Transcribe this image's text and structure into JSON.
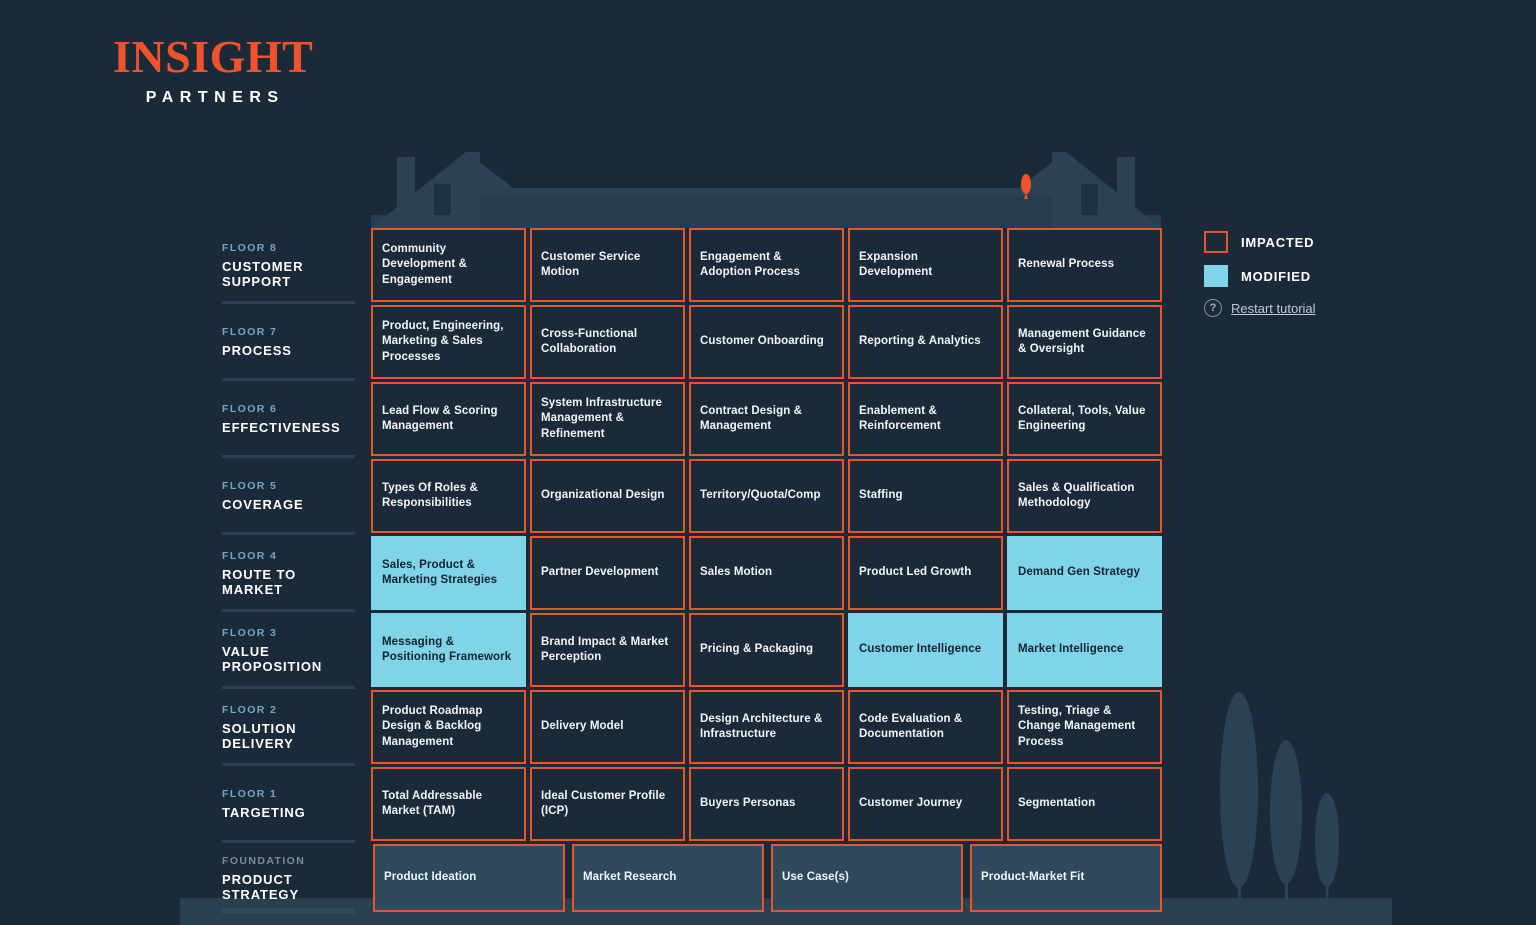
{
  "colors": {
    "background": "#1b2a39",
    "impacted_border": "#e8542b",
    "modified_fill": "#7fd4e8",
    "foundation_fill": "#2e4a5c",
    "floor_num": "#6fa8c4",
    "brand_orange": "#f0532c"
  },
  "logo": {
    "word": "INSIGHT",
    "sub": "PARTNERS"
  },
  "legend": {
    "impacted_label": "IMPACTED",
    "modified_label": "MODIFIED",
    "restart_label": "Restart tutorial",
    "help_icon": "question-icon"
  },
  "floors": [
    {
      "num": "FLOOR 8",
      "name": "CUSTOMER SUPPORT",
      "cards": [
        {
          "label": "Community Development & Engagement",
          "state": "impacted"
        },
        {
          "label": "Customer Service Motion",
          "state": "impacted"
        },
        {
          "label": "Engagement & Adoption Process",
          "state": "impacted"
        },
        {
          "label": "Expansion Development",
          "state": "impacted"
        },
        {
          "label": "Renewal Process",
          "state": "impacted"
        }
      ]
    },
    {
      "num": "FLOOR 7",
      "name": "PROCESS",
      "cards": [
        {
          "label": "Product, Engineering, Marketing & Sales Processes",
          "state": "impacted"
        },
        {
          "label": "Cross-Functional Collaboration",
          "state": "impacted"
        },
        {
          "label": "Customer Onboarding",
          "state": "impacted"
        },
        {
          "label": "Reporting & Analytics",
          "state": "impacted"
        },
        {
          "label": "Management Guidance & Oversight",
          "state": "impacted"
        }
      ]
    },
    {
      "num": "FLOOR 6",
      "name": "EFFECTIVENESS",
      "cards": [
        {
          "label": "Lead Flow & Scoring Management",
          "state": "impacted"
        },
        {
          "label": "System Infrastructure Management & Refinement",
          "state": "impacted"
        },
        {
          "label": "Contract Design & Management",
          "state": "impacted"
        },
        {
          "label": "Enablement & Reinforcement",
          "state": "impacted"
        },
        {
          "label": "Collateral, Tools, Value Engineering",
          "state": "impacted"
        }
      ]
    },
    {
      "num": "FLOOR 5",
      "name": "COVERAGE",
      "cards": [
        {
          "label": "Types Of Roles & Responsibilities",
          "state": "impacted"
        },
        {
          "label": "Organizational Design",
          "state": "impacted"
        },
        {
          "label": "Territory/Quota/Comp",
          "state": "impacted"
        },
        {
          "label": "Staffing",
          "state": "impacted"
        },
        {
          "label": "Sales & Qualification Methodology",
          "state": "impacted"
        }
      ]
    },
    {
      "num": "FLOOR 4",
      "name": "ROUTE TO MARKET",
      "cards": [
        {
          "label": "Sales, Product & Marketing Strategies",
          "state": "modified"
        },
        {
          "label": "Partner Development",
          "state": "impacted"
        },
        {
          "label": "Sales Motion",
          "state": "impacted"
        },
        {
          "label": "Product Led Growth",
          "state": "impacted"
        },
        {
          "label": "Demand Gen Strategy",
          "state": "modified"
        }
      ]
    },
    {
      "num": "FLOOR 3",
      "name": "VALUE PROPOSITION",
      "cards": [
        {
          "label": "Messaging & Positioning Framework",
          "state": "modified"
        },
        {
          "label": "Brand Impact & Market Perception",
          "state": "impacted"
        },
        {
          "label": "Pricing & Packaging",
          "state": "impacted"
        },
        {
          "label": "Customer Intelligence",
          "state": "modified"
        },
        {
          "label": "Market Intelligence",
          "state": "modified"
        }
      ]
    },
    {
      "num": "FLOOR 2",
      "name": "SOLUTION DELIVERY",
      "cards": [
        {
          "label": "Product Roadmap Design & Backlog Management",
          "state": "impacted"
        },
        {
          "label": "Delivery Model",
          "state": "impacted"
        },
        {
          "label": "Design Architecture & Infrastructure",
          "state": "impacted"
        },
        {
          "label": "Code Evaluation & Documentation",
          "state": "impacted"
        },
        {
          "label": "Testing, Triage & Change Management Process",
          "state": "impacted"
        }
      ]
    },
    {
      "num": "FLOOR 1",
      "name": "TARGETING",
      "cards": [
        {
          "label": "Total Addressable Market (TAM)",
          "state": "impacted"
        },
        {
          "label": "Ideal Customer Profile (ICP)",
          "state": "impacted"
        },
        {
          "label": "Buyers Personas",
          "state": "impacted"
        },
        {
          "label": "Customer Journey",
          "state": "impacted"
        },
        {
          "label": "Segmentation",
          "state": "impacted"
        }
      ]
    }
  ],
  "foundation": {
    "num": "FOUNDATION",
    "name": "PRODUCT STRATEGY",
    "cards": [
      {
        "label": "Product Ideation",
        "state": "foundation"
      },
      {
        "label": "Market Research",
        "state": "foundation"
      },
      {
        "label": "Use Case(s)",
        "state": "foundation"
      },
      {
        "label": "Product-Market Fit",
        "state": "foundation"
      }
    ]
  }
}
